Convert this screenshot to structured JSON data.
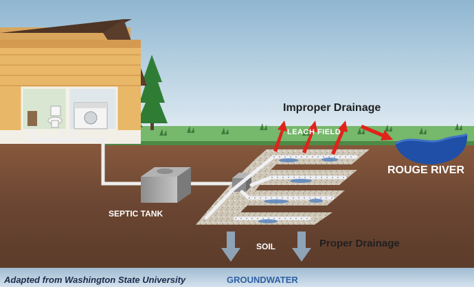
{
  "labels": {
    "improper_drainage": "Improper Drainage",
    "rouge_river": "ROUGE RIVER",
    "septic_tank": "SEPTIC TANK",
    "soil": "SOIL",
    "proper_drainage": "Proper Drainage",
    "leach_field": "LEACH FIELD",
    "groundwater": "GROUNDWATER",
    "credit": "Adapted from Washington State University"
  },
  "colors": {
    "sky": "#d6e8f2",
    "soil": "#6e4a35",
    "grass": "#6fb36a",
    "house": "#e6b56a",
    "roof": "#5a3d2a",
    "river": "#1f4fa6",
    "groundwater": "#b9cfe0",
    "arrow_improper": "#e0231b",
    "arrow_proper": "#8a9fb3",
    "gravel": "#cfc7b8",
    "pipe": "#e8e8ec"
  },
  "icons": [
    "tree-icon",
    "toilet-icon",
    "washer-icon",
    "arrow-up-icon",
    "arrow-down-icon"
  ]
}
